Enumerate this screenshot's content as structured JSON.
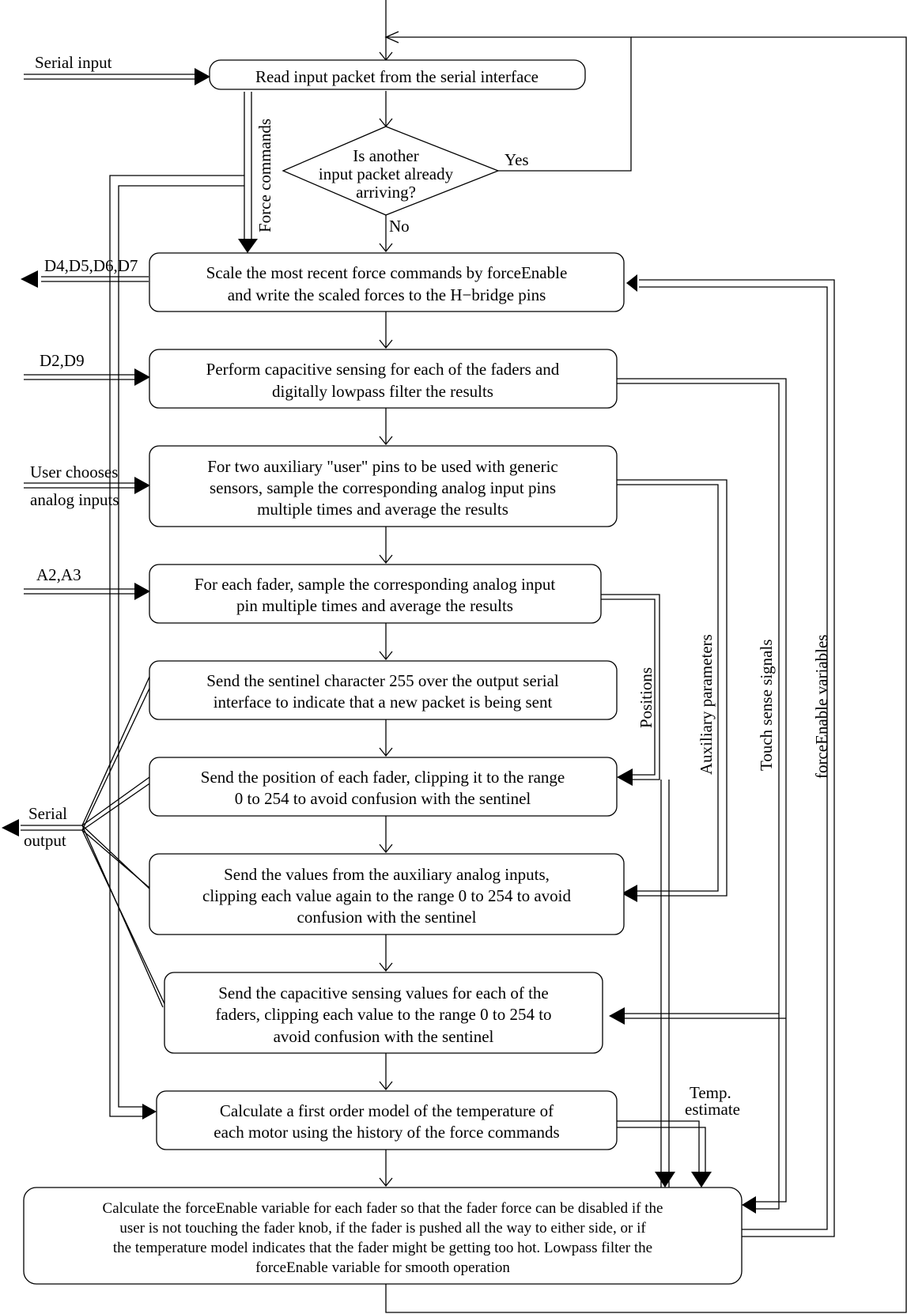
{
  "nodes": {
    "read_packet": [
      "Read input packet from the serial interface"
    ],
    "another_packet": [
      "Is another",
      "input packet already",
      "arriving?"
    ],
    "scale_forces": [
      "Scale the most recent force commands by forceEnable",
      "and write the scaled forces to the H−bridge pins"
    ],
    "cap_sensing": [
      "Perform capacitive sensing for each of the faders and",
      "digitally lowpass filter the results"
    ],
    "aux_pins": [
      "For two auxiliary \"user\" pins to be used with generic",
      "sensors, sample the corresponding analog input pins",
      "multiple times and average the results"
    ],
    "fader_sample": [
      "For each fader, sample the corresponding analog input",
      "pin multiple times and average the results"
    ],
    "send_sentinel": [
      "Send the sentinel character 255 over the output serial",
      "interface to indicate that a new packet is being sent"
    ],
    "send_position": [
      "Send the position of each fader, clipping it to the range",
      "0 to 254 to avoid confusion with the sentinel"
    ],
    "send_aux": [
      "Send the values from the auxiliary analog inputs,",
      "clipping each value again to the range 0 to 254 to avoid",
      "confusion with the sentinel"
    ],
    "send_cap": [
      "Send the capacitive sensing values for each of the",
      "faders, clipping each value to the range 0 to 254 to",
      "avoid confusion with the sentinel"
    ],
    "temp_model": [
      "Calculate a first order model of the temperature of",
      "each motor using the history of the force commands"
    ],
    "force_enable": [
      "Calculate the forceEnable variable for each fader so that the fader force can be disabled if the",
      "user is not touching the fader knob, if the fader is pushed all the way to either side, or if",
      "the temperature model indicates that the fader might be getting too hot. Lowpass filter the",
      "forceEnable variable for smooth operation"
    ]
  },
  "labels": {
    "serial_input": "Serial input",
    "force_commands": "Force commands",
    "yes": "Yes",
    "no": "No",
    "d4_d7": "D4,D5,D6,D7",
    "d2_d9": "D2,D9",
    "user_chooses": "User chooses",
    "analog_inputs": "analog inputs",
    "a2_a3": "A2,A3",
    "serial": "Serial",
    "output": "output",
    "positions": "Positions",
    "auxiliary_parameters": "Auxiliary parameters",
    "touch_sense_signals": "Touch sense signals",
    "forceenable_variables": "forceEnable variables",
    "temp": "Temp.",
    "estimate": "estimate"
  }
}
